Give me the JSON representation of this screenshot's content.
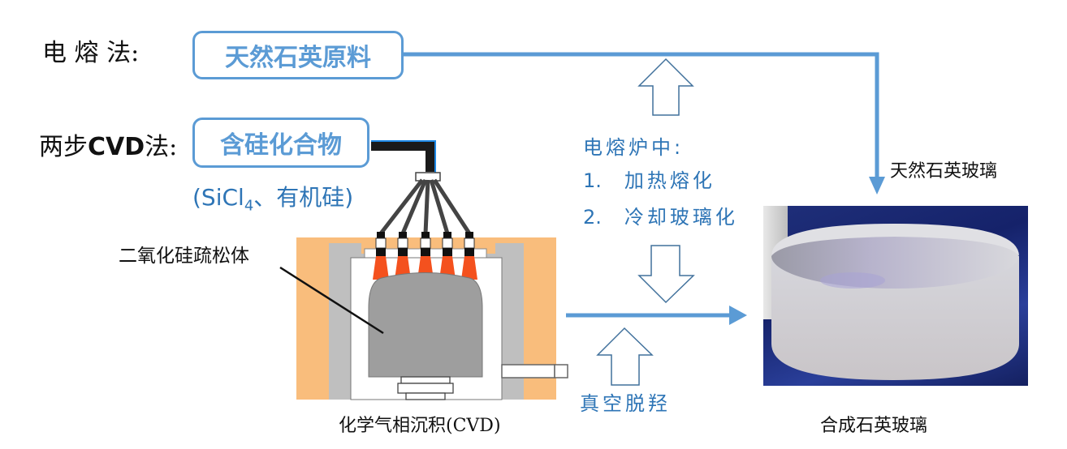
{
  "methods": {
    "electrofusion": {
      "label": "电 熔 法:",
      "raw_material": "天然石英原料"
    },
    "two_step_cvd": {
      "label_prefix": "两步",
      "label_bold": "CVD",
      "label_suffix": "法:",
      "raw_material": "含硅化合物",
      "sources_open": "(SiCl",
      "sources_sub": "4",
      "sources_rest": "、有机硅)"
    }
  },
  "apparatus": {
    "preform_label": "二氧化硅疏松体",
    "caption": "化学气相沉积(CVD)"
  },
  "process": {
    "furnace_title": "电熔炉中:",
    "steps": [
      {
        "num": "1.",
        "text": "加热熔化"
      },
      {
        "num": "2.",
        "text": "冷却玻璃化"
      }
    ],
    "dehydroxylation": "真空脱羟"
  },
  "outputs": {
    "natural": "天然石英玻璃",
    "synthetic": "合成石英玻璃"
  },
  "colors": {
    "flow_blue": "#5b9bd5",
    "text_blue": "#2e75b6",
    "outline_arrow": "#41719c",
    "furnace_orange": "#f9bd7c",
    "wall_gray": "#bfbfbf",
    "flame": "#f4511e"
  }
}
